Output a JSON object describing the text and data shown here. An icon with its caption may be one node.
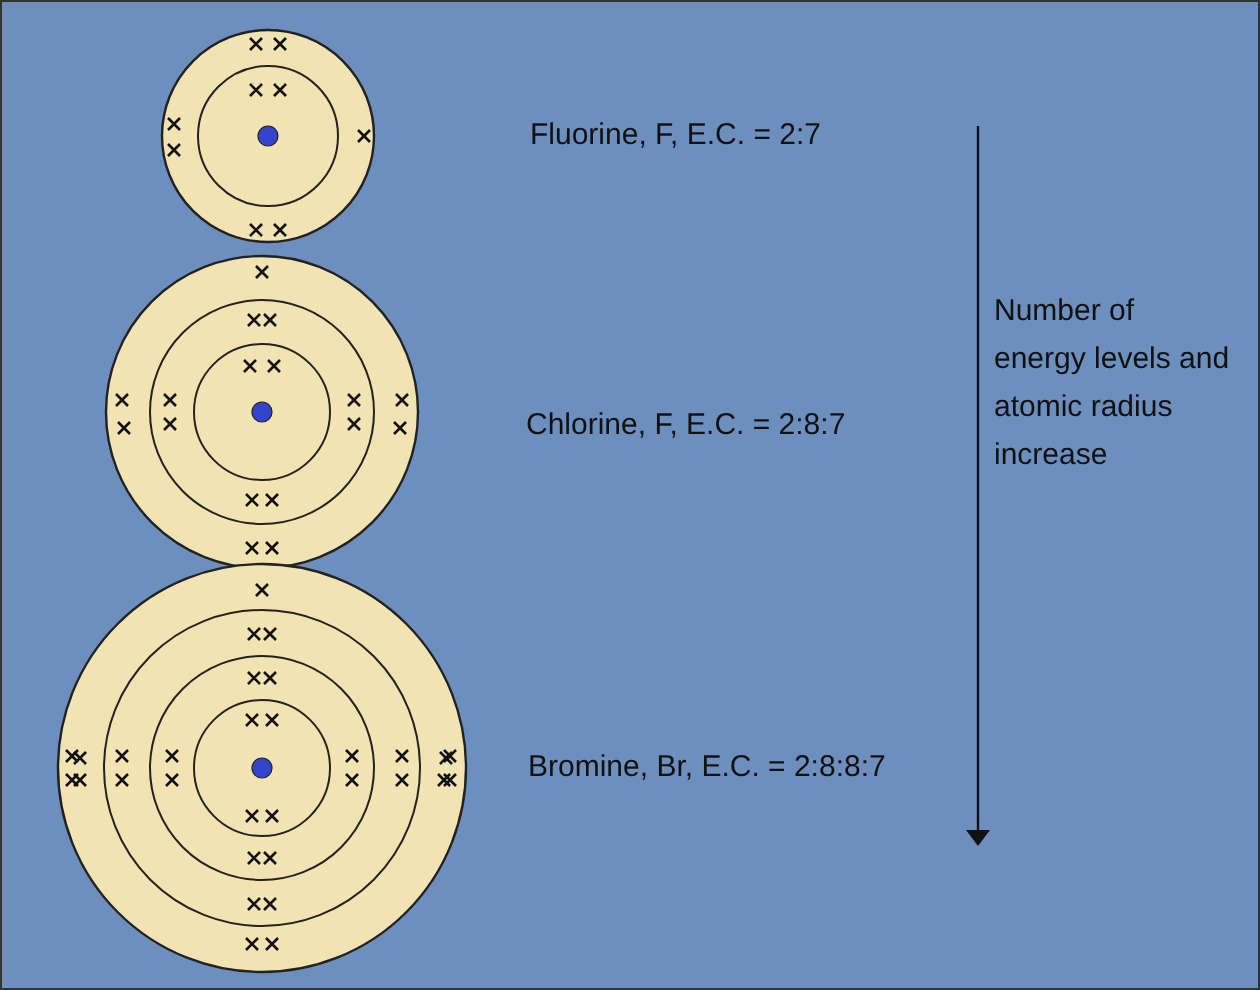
{
  "diagram": {
    "labels": [
      "Fluorine, F, E.C. = 2:7",
      "Chlorine, F, E.C. = 2:8:7",
      "Bromine, Br, E.C. = 2:8:8:7",
      "Number of energy levels and atomic radius increase"
    ]
  }
}
